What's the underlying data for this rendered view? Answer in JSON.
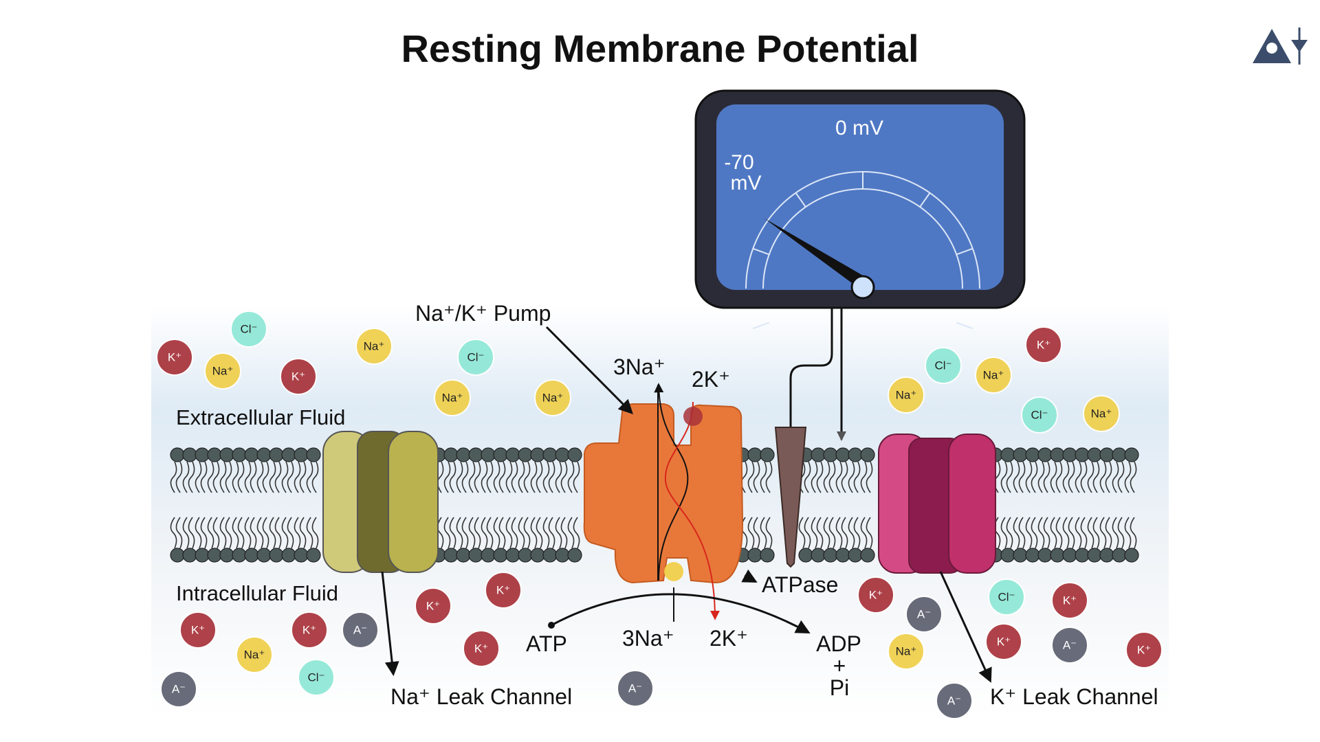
{
  "title": "Resting Membrane Potential",
  "meter": {
    "top_label": "0 mV",
    "left_label_1": "-70",
    "left_label_2": "mV",
    "screen_color": "#4f78c4"
  },
  "labels": {
    "pump": "Na⁺/K⁺ Pump",
    "three_na_top": "3Na⁺",
    "two_k_top": "2K⁺",
    "extracellular": "Extracellular Fluid",
    "intracellular": "Intracellular Fluid",
    "atpase": "ATPase",
    "atp": "ATP",
    "three_na_bottom": "3Na⁺",
    "two_k_bottom": "2K⁺",
    "adp": "ADP",
    "plus": "+",
    "pi": "Pi",
    "na_leak": "Na⁺ Leak Channel",
    "k_leak": "K⁺ Leak Channel"
  },
  "ions": {
    "k": {
      "text": "K⁺",
      "color": "#a8323a"
    },
    "na": {
      "text": "Na⁺",
      "color": "#f0cf4a"
    },
    "cl": {
      "text": "Cl⁻",
      "color": "#8ee8d6"
    },
    "a": {
      "text": "A⁻",
      "color": "#5c5f6e"
    }
  },
  "colors": {
    "na_channel": "#b9b24e",
    "pump": "#e8783a",
    "k_channel": "#c0306a",
    "electrode": "#7a5a56"
  }
}
